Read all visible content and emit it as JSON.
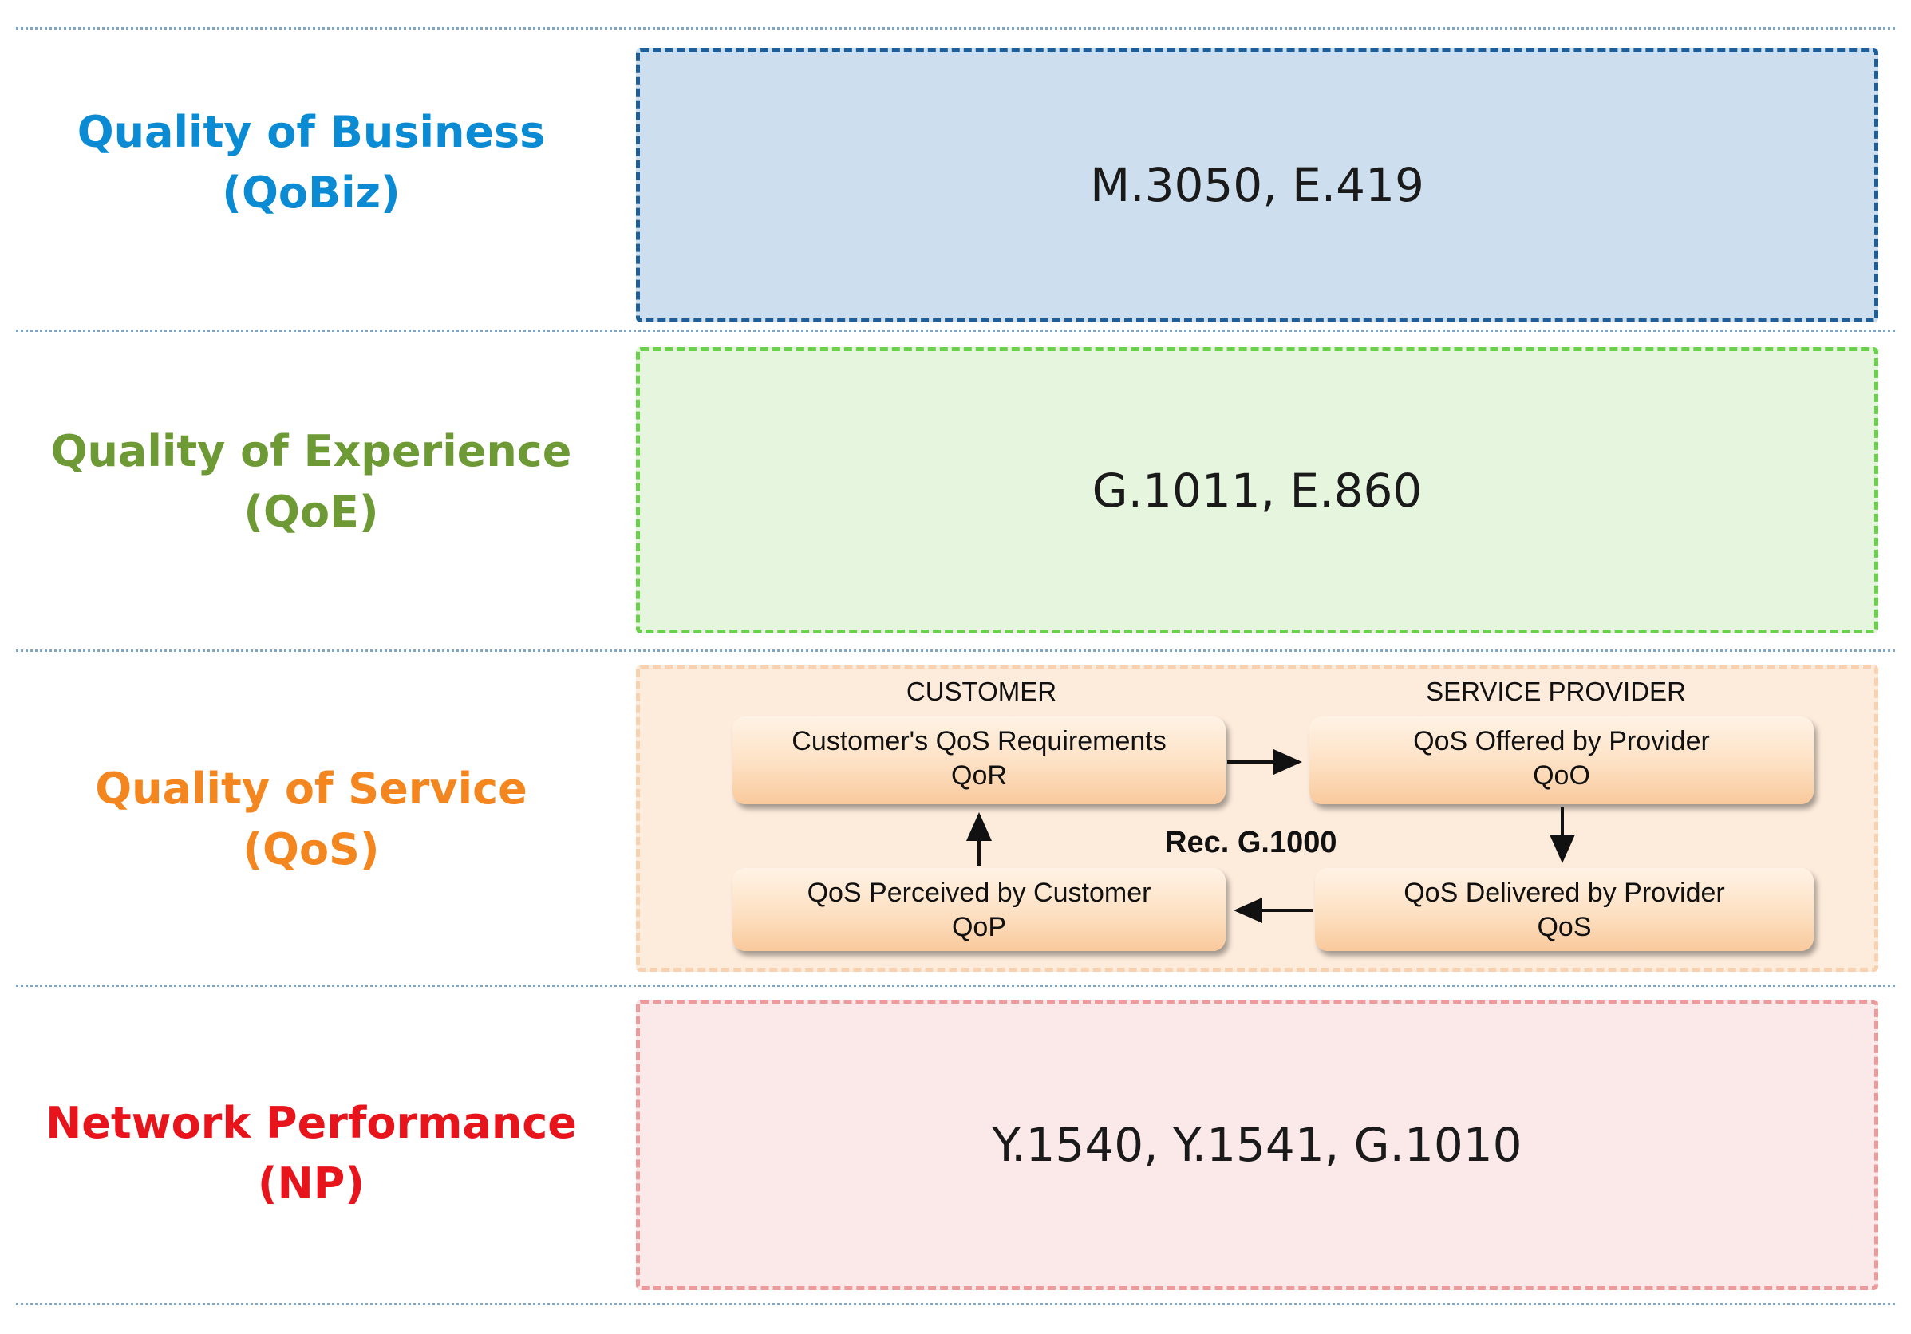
{
  "layers": [
    {
      "label_line1": "Quality of Business",
      "label_line2": "(QoBiz)",
      "label_color": "#0a8bd4",
      "standards": "M.3050, E.419",
      "box_fill": "#cddfee",
      "box_border": "#1f5f99"
    },
    {
      "label_line1": "Quality of Experience",
      "label_line2": "(QoE)",
      "label_color": "#6e9a35",
      "standards": "G.1011, E.860",
      "box_fill": "#e6f5de",
      "box_border": "#6ad24a"
    },
    {
      "label_line1": "Quality of Service",
      "label_line2": "(QoS)",
      "label_color": "#f4861f",
      "box_fill": "#fdebdc",
      "box_border": "#f8d2b0"
    },
    {
      "label_line1": "Network Performance",
      "label_line2": "(NP)",
      "label_color": "#e8141c",
      "standards": "Y.1540, Y.1541, G.1010",
      "box_fill": "#fbe9ea",
      "box_border": "#ec9a9c"
    }
  ],
  "qos_diagram": {
    "customer_heading": "CUSTOMER",
    "provider_heading": "SERVICE PROVIDER",
    "center_label": "Rec. G.1000",
    "nodes": {
      "qor": {
        "line1": "Customer's QoS Requirements",
        "line2": "QoR"
      },
      "qoo": {
        "line1": "QoS Offered by Provider",
        "line2": "QoO"
      },
      "qop": {
        "line1": "QoS Perceived by Customer",
        "line2": "QoP"
      },
      "qos": {
        "line1": "QoS Delivered by Provider",
        "line2": "QoS"
      }
    }
  }
}
